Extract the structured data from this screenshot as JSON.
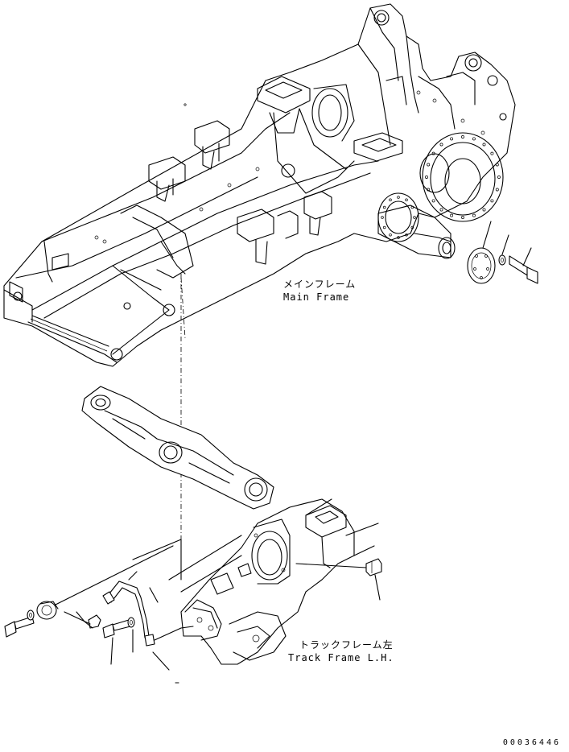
{
  "labels": {
    "main_frame_jp": "メインフレーム",
    "main_frame_en": "Main Frame",
    "track_frame_jp": "トラックフレーム左",
    "track_frame_en": "Track Frame L.H."
  },
  "drawing_code": "00036446",
  "icons": [
    "main-frame-drawing",
    "equalizer-bar-drawing",
    "track-frame-drawing",
    "bolt-icon",
    "washer-icon",
    "grease-fitting-icon",
    "cover-plate-icon"
  ]
}
